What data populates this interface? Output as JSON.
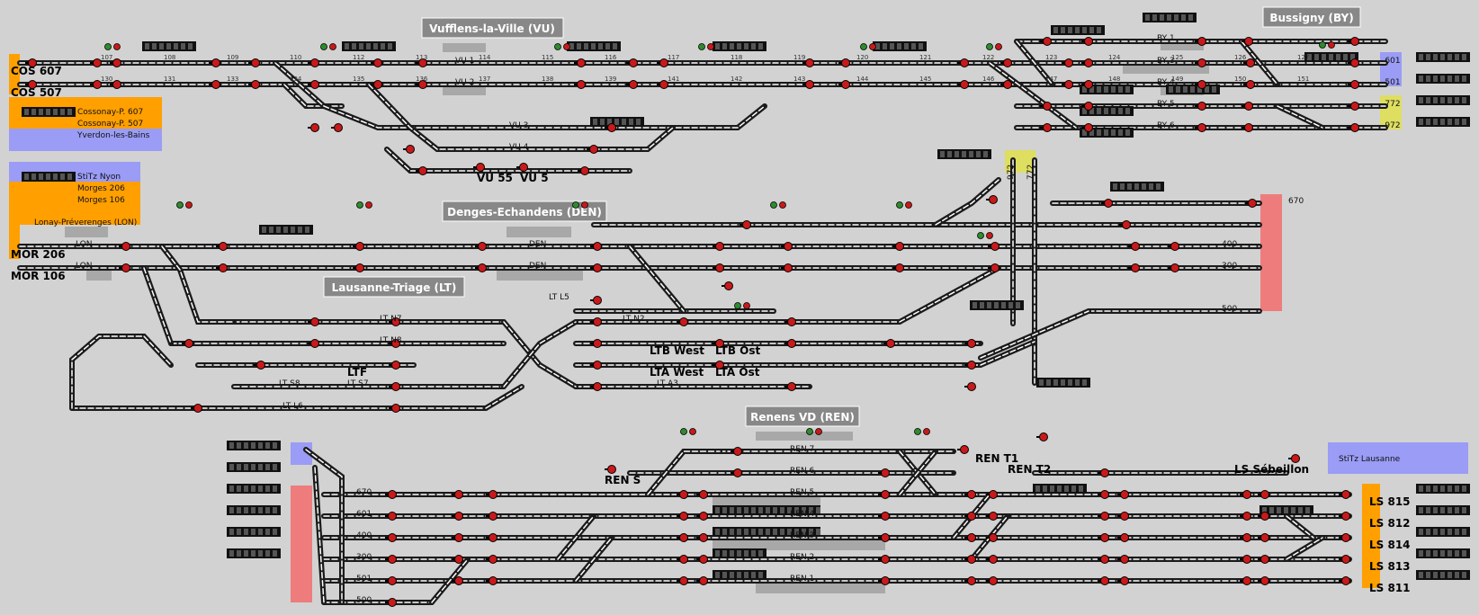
{
  "stations": {
    "vufflens": "Vufflens-la-Ville (VU)",
    "bussigny": "Bussigny (BY)",
    "denges": "Denges-Echandens (DEN)",
    "lausanne_triage": "Lausanne-Triage (LT)",
    "renens": "Renens VD (REN)"
  },
  "left_legends": {
    "upper": [
      "Cossonay-P. 607",
      "Cossonay-P. 507",
      "Yverdon-les-Bains"
    ],
    "lower": [
      "StiTz Nyon",
      "Morges 206",
      "Morges 106"
    ],
    "lon_caption": "Lonay-Préverenges (LON)"
  },
  "entry_points": {
    "cos607": "COS 607",
    "cos507": "COS 507",
    "mor206": "MOR 206",
    "mor106": "MOR 106"
  },
  "vu_tracks": [
    "VU 1",
    "VU 2",
    "VU 3",
    "VU 4"
  ],
  "vu_exits": [
    "VU 55",
    "VU 5"
  ],
  "by_tracks": [
    "BY 1",
    "BY 3",
    "BY 4",
    "BY 5",
    "BY 6"
  ],
  "by_lines": [
    "601",
    "501",
    "772",
    "972"
  ],
  "vert_lines": [
    "972",
    "772"
  ],
  "den_tracks": [
    "DEN",
    "DEN"
  ],
  "lon_tracks": [
    "LON",
    "LON"
  ],
  "den_lines": [
    "670",
    "400",
    "300",
    "500"
  ],
  "lt_tracks": [
    "LT L5",
    "LT N7",
    "LT N8",
    "LT S8",
    "LT S7",
    "LT L6",
    "LT N2",
    "LT A3"
  ],
  "lt_targets": [
    "LTB West",
    "LTA West",
    "LTB Ost",
    "LTA Ost",
    "LTF"
  ],
  "ren_tracks": [
    "REN 7",
    "REN 6",
    "REN 5",
    "REN 4",
    "REN 3",
    "REN 2",
    "REN 1"
  ],
  "ren_targets": [
    "REN S",
    "REN T1",
    "REN T2",
    "LS Sébeillon"
  ],
  "ren_lines": [
    "670",
    "601",
    "400",
    "300",
    "501",
    "500"
  ],
  "ls_exits": [
    "LS 815",
    "LS 812",
    "LS 814",
    "LS 813",
    "LS 811"
  ],
  "stitz_lausanne": "StiTz Lausanne",
  "signal_numbers": {
    "row1": [
      "107",
      "108",
      "109",
      "110",
      "112",
      "113",
      "114",
      "115",
      "116",
      "117",
      "118",
      "119",
      "120",
      "121",
      "122",
      "123",
      "124",
      "125",
      "126",
      "127"
    ],
    "row2": [
      "130",
      "131",
      "133",
      "134",
      "135",
      "136",
      "137",
      "138",
      "139",
      "141",
      "142",
      "143",
      "144",
      "145",
      "146",
      "147",
      "148",
      "149",
      "150",
      "151"
    ]
  },
  "colors": {
    "background": "#d2d2d2",
    "title_bg": "#888888",
    "track": "#1a1a1a",
    "track_dash": "#ffffff",
    "signal_red": "#c81a1a",
    "signal_green": "#2e8b2e",
    "orange": "#ff9f00",
    "violet": "#9a9cf5",
    "yellow": "#dede60",
    "pink": "#ee7c7c",
    "panel_black": "#111111"
  }
}
